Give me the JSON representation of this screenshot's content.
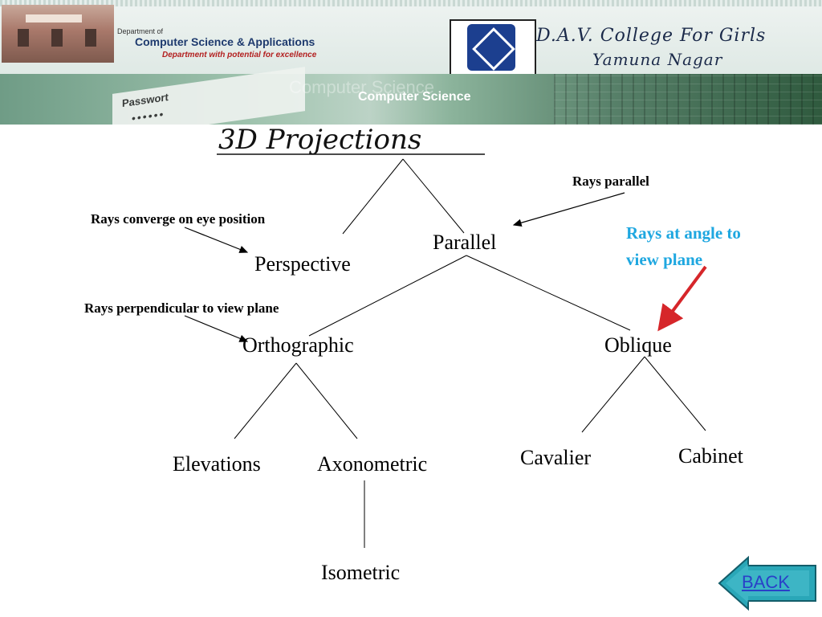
{
  "header": {
    "dept_of": "Department of",
    "dept_name": "Computer Science & Applications",
    "dept_motto": "Department with potential for excellence",
    "college_name": "D.A.V. College For Girls",
    "college_city": "Yamuna Nagar",
    "banner_password_label": "Passwort",
    "banner_password_dots": "••••••",
    "banner_text_faint": "Computer Science",
    "banner_text": "Computer Science"
  },
  "diagram": {
    "title": "3D Projections",
    "nodes": {
      "perspective": "Perspective",
      "parallel": "Parallel",
      "orthographic": "Orthographic",
      "oblique": "Oblique",
      "elevations": "Elevations",
      "axonometric": "Axonometric",
      "isometric": "Isometric",
      "cavalier": "Cavalier",
      "cabinet": "Cabinet"
    },
    "annotations": {
      "rays_parallel": "Rays parallel",
      "rays_converge": "Rays converge on eye position",
      "rays_perpendicular": "Rays perpendicular to view plane",
      "rays_angle_line1": "Rays at angle to",
      "rays_angle_line2": "view plane"
    }
  },
  "navigation": {
    "back_label": "BACK"
  },
  "colors": {
    "annotation_blue": "#1ea7e0",
    "arrow_red": "#d6262a",
    "back_button": "#2aa7b8",
    "back_link": "#2a40c8"
  }
}
